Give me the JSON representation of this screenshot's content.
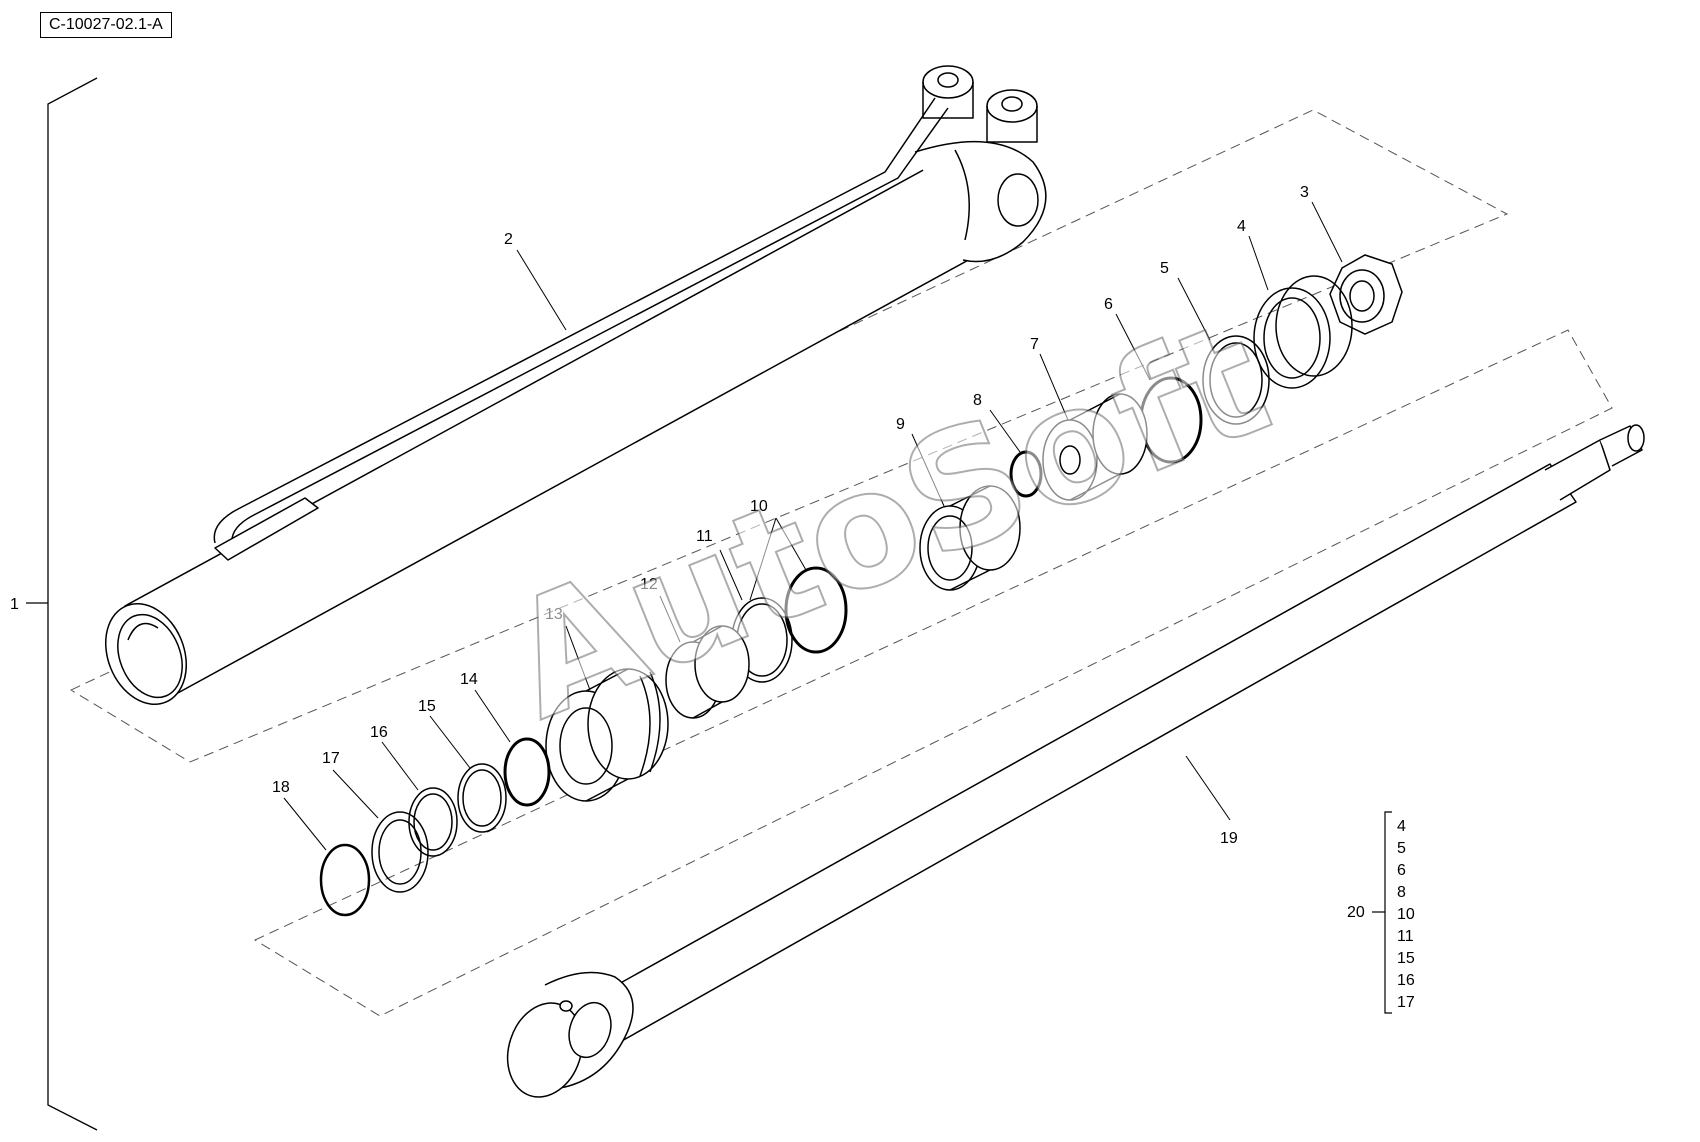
{
  "drawing": {
    "code": "C-10027-02.1-A",
    "watermark": "AutoSoft"
  },
  "callouts": {
    "c1": "1",
    "c2": "2",
    "c3": "3",
    "c4": "4",
    "c5": "5",
    "c6": "6",
    "c7": "7",
    "c8": "8",
    "c9": "9",
    "c10": "10",
    "c11": "11",
    "c12": "12",
    "c13": "13",
    "c14": "14",
    "c15": "15",
    "c16": "16",
    "c17": "17",
    "c18": "18",
    "c19": "19",
    "c20": "20"
  },
  "seal_kit": {
    "items": [
      "4",
      "5",
      "6",
      "8",
      "10",
      "11",
      "15",
      "16",
      "17"
    ]
  }
}
